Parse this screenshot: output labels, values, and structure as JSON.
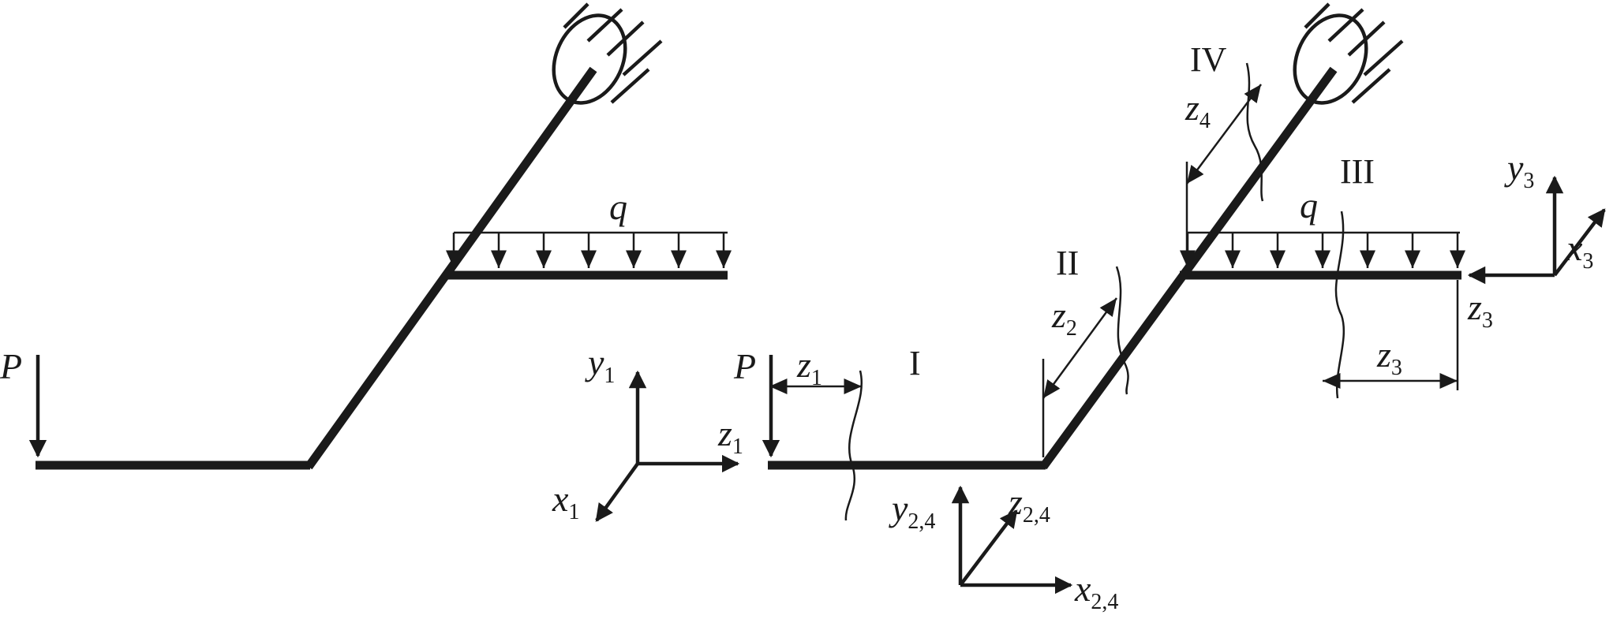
{
  "left_figure": {
    "force_label": "P",
    "load_label": "q"
  },
  "axes_1": {
    "y": "y",
    "y_sub": "1",
    "z": "z",
    "z_sub": "1",
    "x": "x",
    "x_sub": "1"
  },
  "right_figure": {
    "force_label": "P",
    "load_label": "q",
    "sections": [
      "I",
      "II",
      "III",
      "IV"
    ],
    "dim_z1": {
      "base": "z",
      "sub": "1"
    },
    "dim_z2": {
      "base": "z",
      "sub": "2"
    },
    "dim_z3": {
      "base": "z",
      "sub": "3"
    },
    "dim_z4": {
      "base": "z",
      "sub": "4"
    },
    "end_z3": {
      "base": "z",
      "sub": "3"
    }
  },
  "axes_24": {
    "y": "y",
    "y_sub": "2,4",
    "z": "z",
    "z_sub": "2,4",
    "x": "x",
    "x_sub": "2,4"
  },
  "axes_3": {
    "y": "y",
    "y_sub": "3",
    "x": "x",
    "x_sub": "3"
  }
}
